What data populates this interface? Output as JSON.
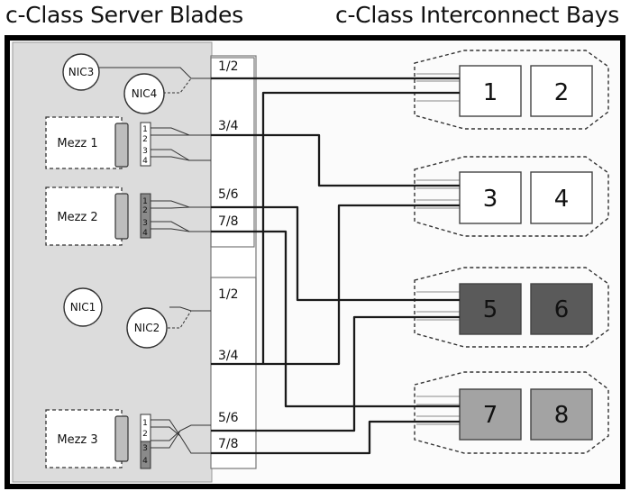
{
  "headings": {
    "left": "c-Class Server Blades",
    "right": "c-Class Interconnect Bays"
  },
  "nics": [
    "NIC3",
    "NIC4",
    "NIC1",
    "NIC2"
  ],
  "mezz": [
    "Mezz 1",
    "Mezz 2",
    "Mezz 3"
  ],
  "mezz_port_numbers": [
    "1",
    "2",
    "3",
    "4"
  ],
  "midplane_labels": [
    "1/2",
    "3/4",
    "5/6",
    "7/8",
    "1/2",
    "3/4",
    "5/6",
    "7/8"
  ],
  "bays": [
    "1",
    "2",
    "3",
    "4",
    "5",
    "6",
    "7",
    "8"
  ],
  "colors": {
    "blade_panel": "#dcdcdc",
    "bay_light": "#ffffff",
    "bay_dark": "#5a5a5a",
    "bay_medium": "#a3a3a3",
    "line": "#1a1a1a"
  }
}
